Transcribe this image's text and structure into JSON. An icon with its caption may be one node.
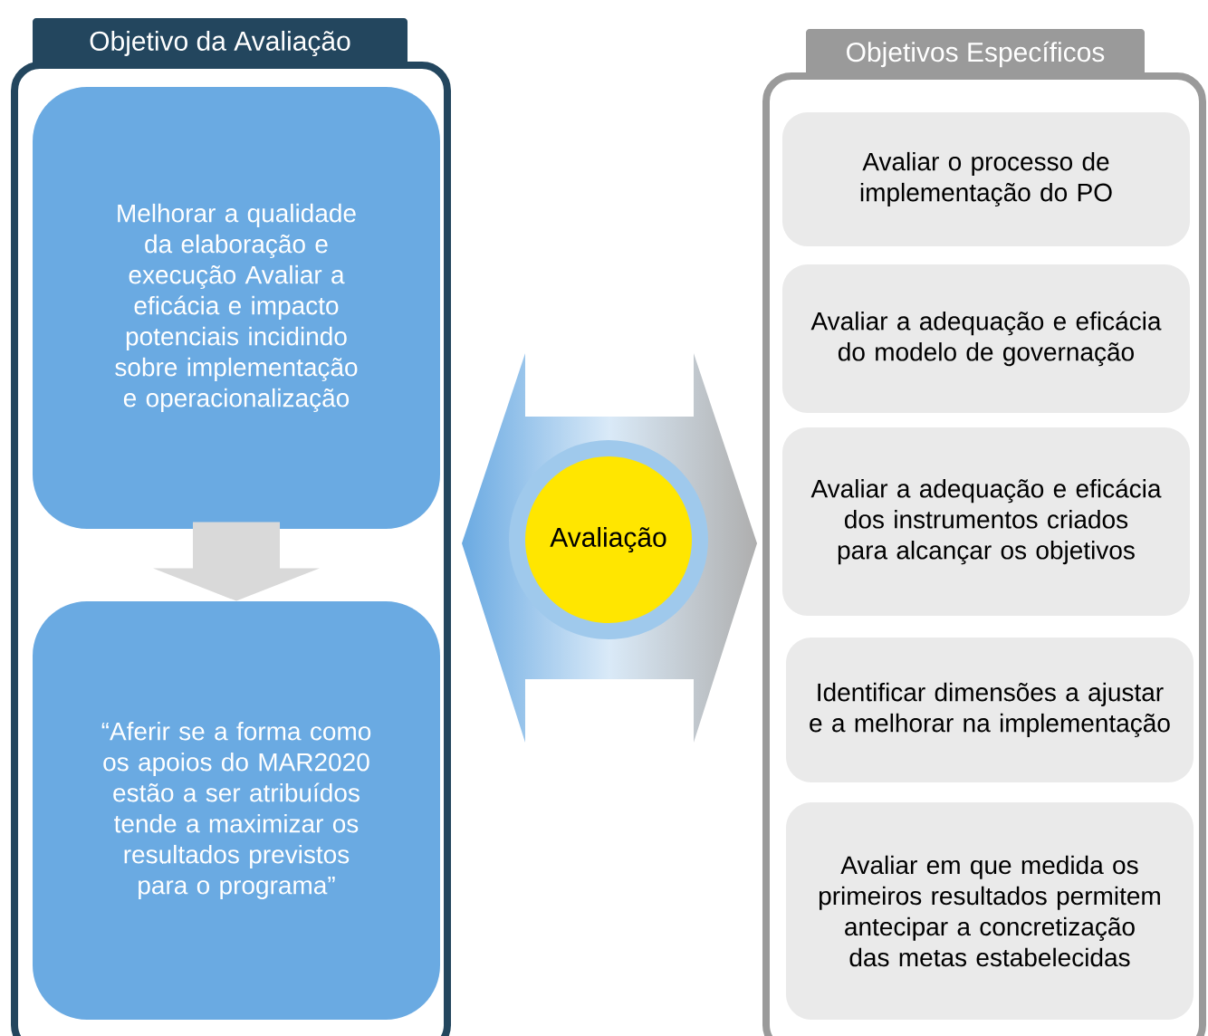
{
  "diagram": {
    "nodes": [
      {
        "text": [
          "Objetivo da Avaliação"
        ]
      },
      {
        "text": [
          "Melhorar a qualidade da elaboração e execução Avaliar a eficácia e impacto potenciais incidindo sobre implementação e operacionalização"
        ],
        "in": 0
      },
      {
        "text": [
          "“Aferir se a forma como os apoios do MAR2020 estão a ser atribuídos tende a maximizar os resultados previstos para o programa”"
        ],
        "in": 0
      },
      {
        "text": [
          "Avaliação"
        ]
      },
      {
        "text": [
          "Objetivos Específicos"
        ]
      },
      {
        "text": [
          "Avaliar o processo de implementação do PO"
        ],
        "in": 4
      },
      {
        "text": [
          "Avaliar a adequação e eficácia do modelo de governação"
        ],
        "in": 4
      },
      {
        "text": [
          "Avaliar a adequação e eficácia dos instrumentos criados para alcançar os objetivos"
        ],
        "in": 4
      },
      {
        "text": [
          "Identificar dimensões a ajustar e a melhorar na implementação"
        ],
        "in": 4
      },
      {
        "text": [
          "Avaliar em que medida os primeiros resultados permitem antecipar a concretização das metas estabelecidas"
        ],
        "in": 4
      }
    ],
    "edges": [
      {
        "from": 1,
        "to": 2,
        "arrow": "to"
      }
    ]
  }
}
